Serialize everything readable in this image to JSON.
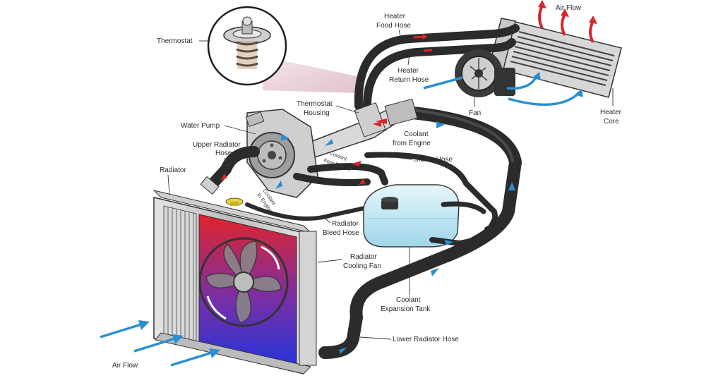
{
  "labels": {
    "thermostat": "Thermostat",
    "heater_food_hose_1": "Heater",
    "heater_food_hose_2": "Food Hose",
    "air_flow_top": "Air Flow",
    "heater_return_hose_1": "Heater",
    "heater_return_hose_2": "Return Hose",
    "thermostat_housing_1": "Thermostat",
    "thermostat_housing_2": "Housing",
    "fan": "Fan",
    "heater_core_1": "Heater",
    "heater_core_2": "Core",
    "water_pump": "Water Pump",
    "upper_radiator_hose_1": "Upper Radiator",
    "upper_radiator_hose_2": "Hose",
    "coolant_from_engine_1": "Coolant",
    "coolant_from_engine_2": "from Engine",
    "coolant_from_engine_small_1": "Coolant",
    "coolant_from_engine_small_2": "from Engine",
    "coolant_to_engine_1": "Coolant",
    "coolant_to_engine_2": "to Engine",
    "steam_hose": "Steam Hose",
    "radiator": "Radiator",
    "radiator_bleed_hose_1": "Radiator",
    "radiator_bleed_hose_2": "Bleed Hose",
    "radiator_cooling_fan_1": "Radiator",
    "radiator_cooling_fan_2": "Cooling Fan",
    "coolant_expansion_tank_1": "Coolant",
    "coolant_expansion_tank_2": "Expansion Tank",
    "lower_radiator_hose": "Lower Radiator Hose",
    "air_flow_bottom": "Air Flow"
  },
  "colors": {
    "hot_arrow": "#d8262b",
    "cold_arrow": "#2a8fd0",
    "hose": "#2b2b2b",
    "tank": "#bfe6f2",
    "callout_bubble": "#e8c9d6"
  }
}
